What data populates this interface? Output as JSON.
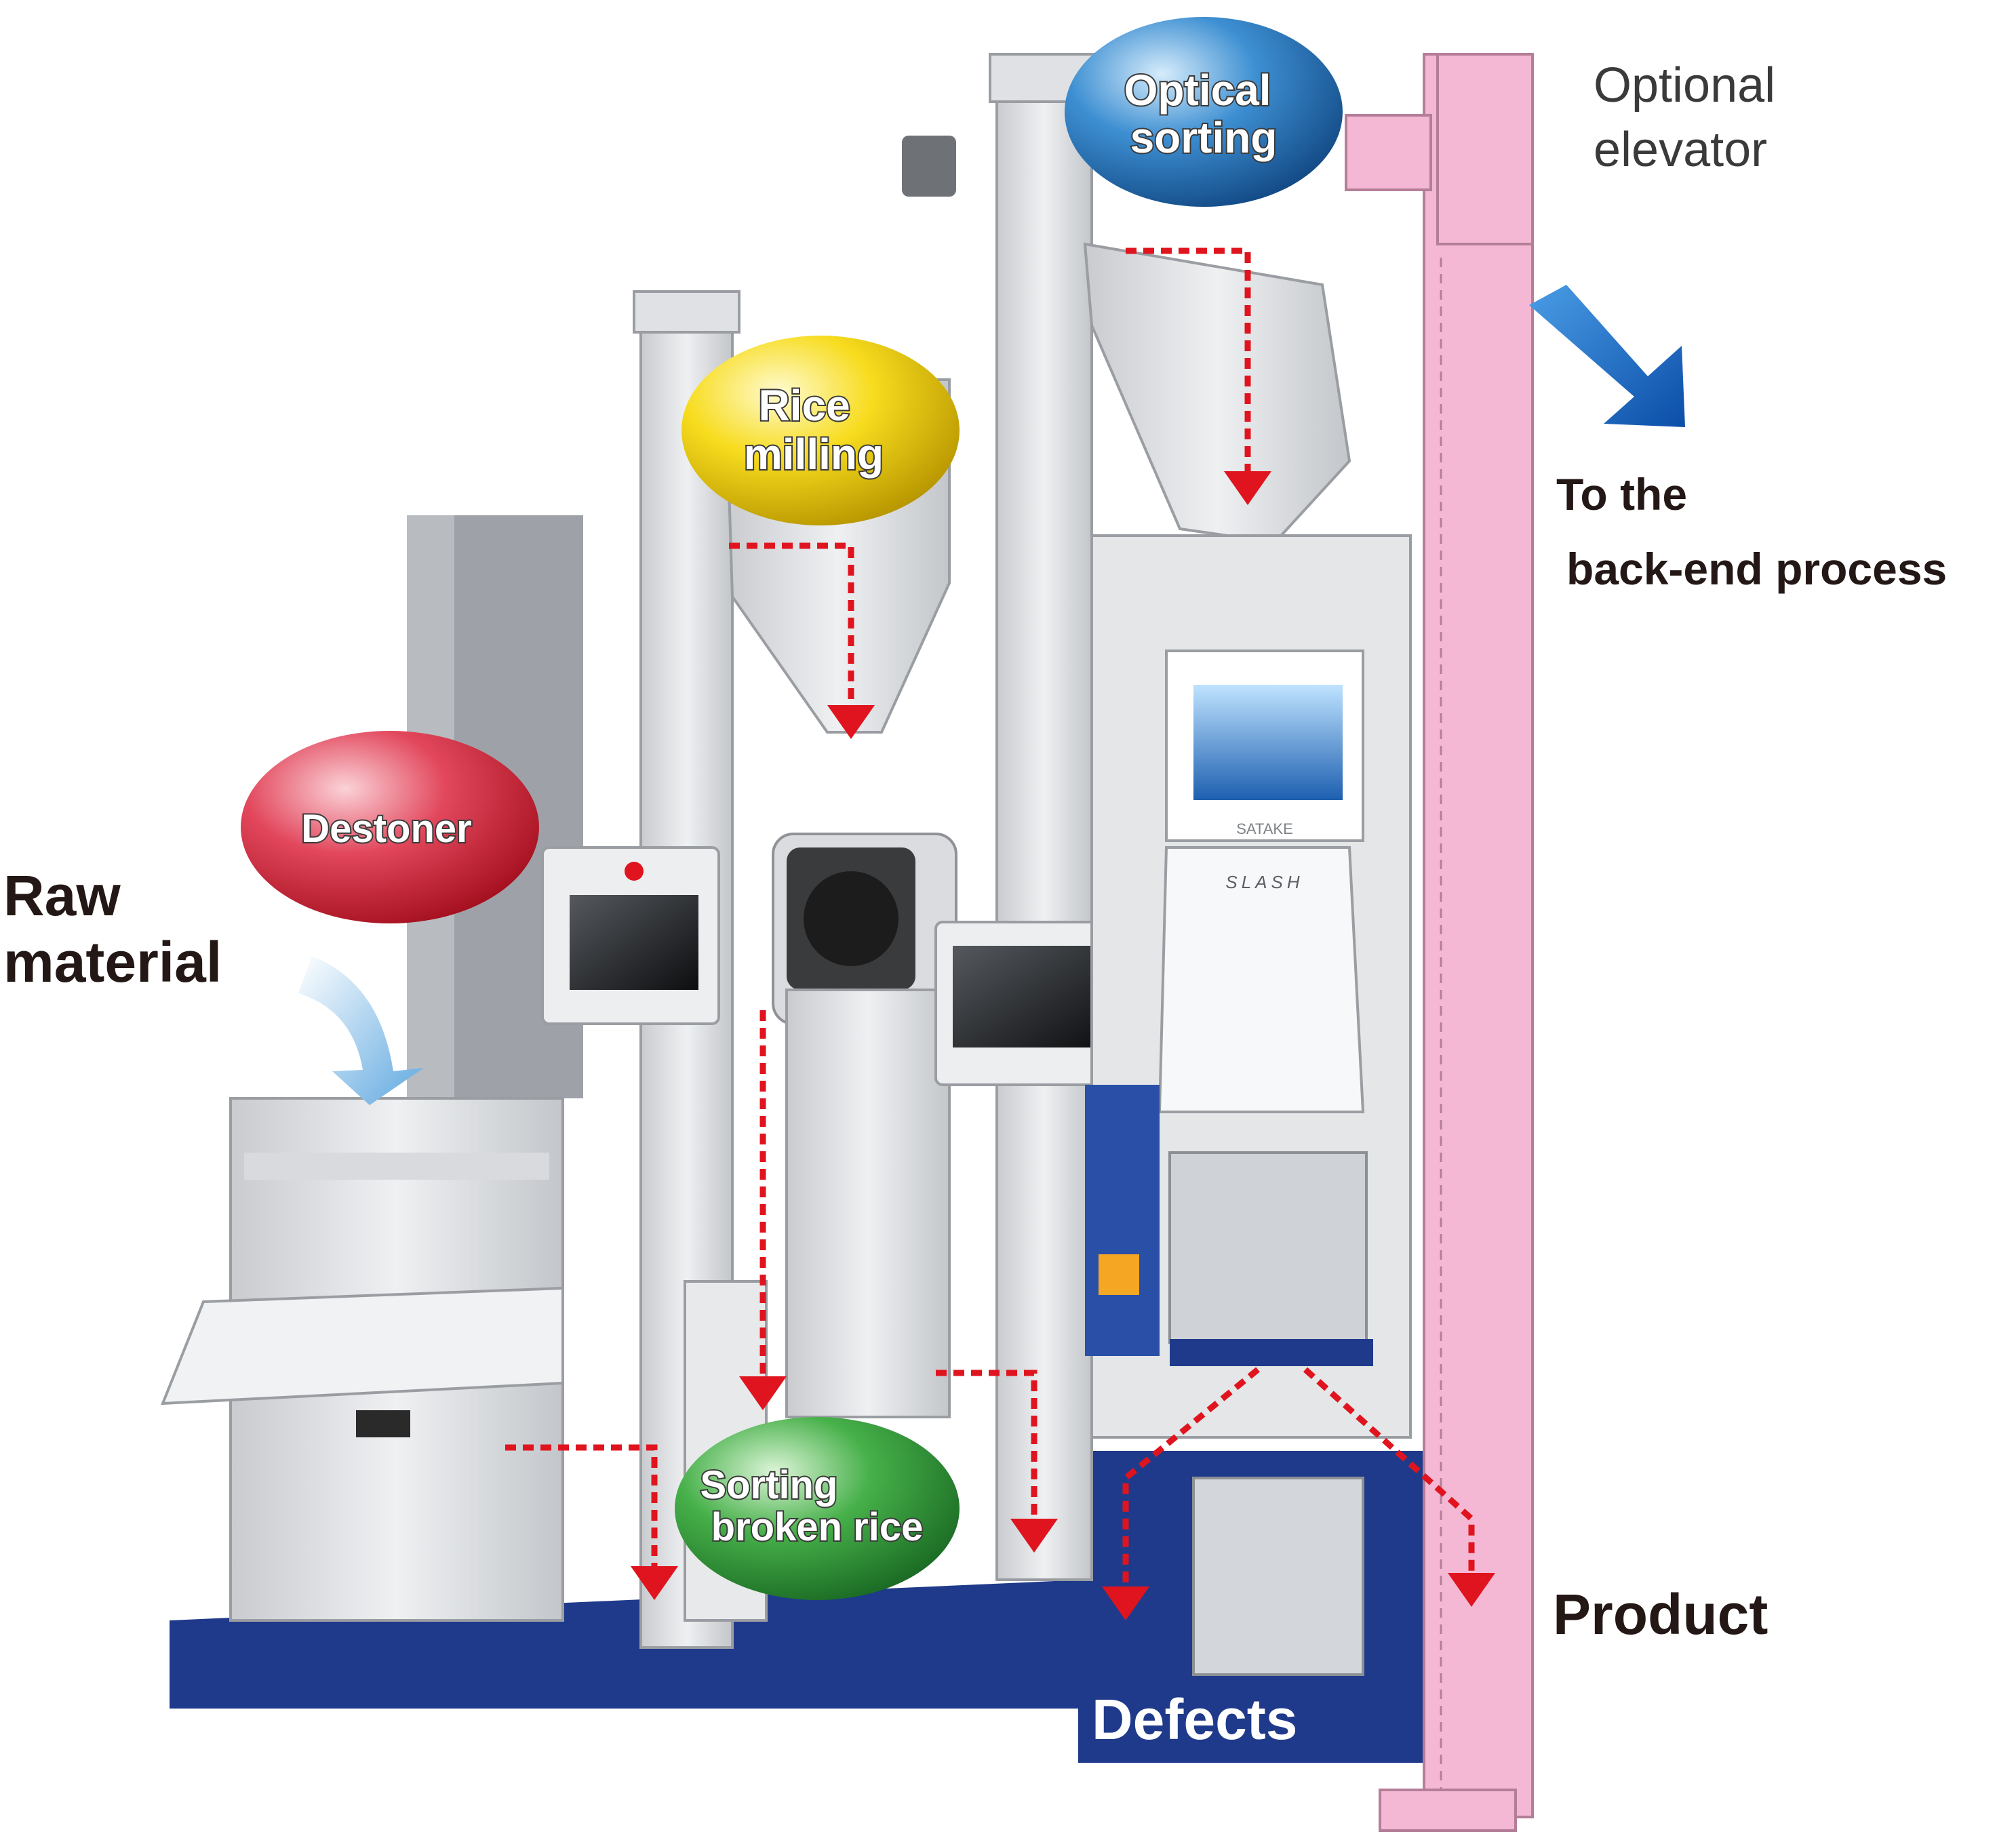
{
  "stages": {
    "destoner": "Destoner",
    "rice_milling": [
      "Rice",
      "milling"
    ],
    "optical_sorting": [
      "Optical",
      "sorting"
    ],
    "sorting_broken_rice": [
      "Sorting",
      "broken rice"
    ]
  },
  "labels": {
    "raw_material": [
      "Raw",
      "material"
    ],
    "optional_elevator": [
      "Optional",
      "elevator"
    ],
    "to_back_end": [
      "To the",
      "back-end process"
    ],
    "product": "Product",
    "defects": "Defects"
  },
  "machine_marks": {
    "sorter_brand": "SATAKE",
    "sorter_model": "SLASH"
  },
  "colors": {
    "flow_arrow": "#e0141e",
    "destoner_bubble": "#d9253b",
    "milling_bubble": "#f2d100",
    "optical_bubble": "#1f6fb8",
    "broken_rice_bubble": "#2f9a3a",
    "elevator": "#f4b8d4",
    "base_frame": "#1f3a8a",
    "machine_body": "#e6e7e9",
    "input_arrow": "#5fa8e0",
    "output_arrow": "#1764c4"
  }
}
